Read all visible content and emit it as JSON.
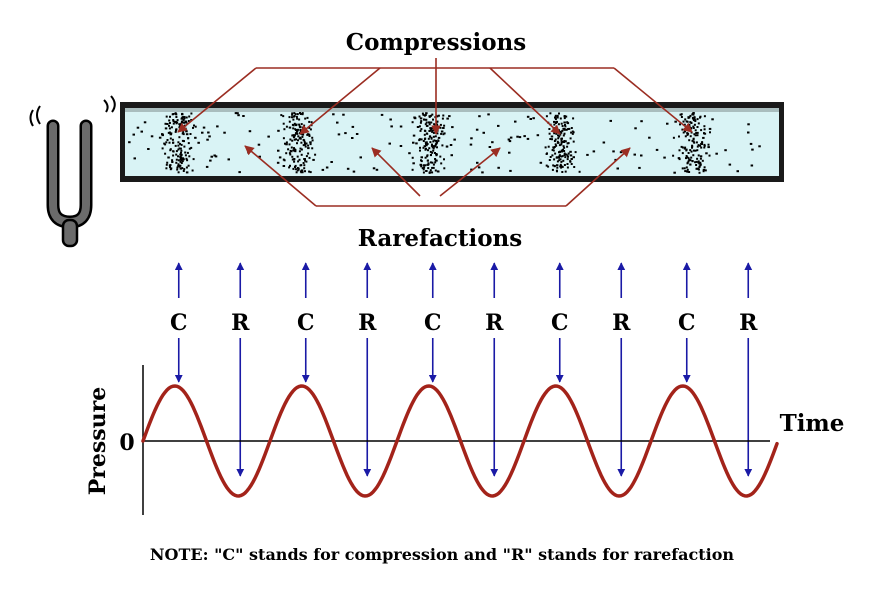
{
  "labels": {
    "compressions": "Compressions",
    "rarefactions": "Rarefactions",
    "time_axis": "Time",
    "pressure_axis": "Pressure",
    "zero": "0",
    "note": "NOTE: \"C\" stands for compression and \"R\" stands for rarefaction"
  },
  "markers": [
    "C",
    "R",
    "C",
    "R",
    "C",
    "R",
    "C",
    "R",
    "C",
    "R"
  ],
  "colors": {
    "wave": "#a3231a",
    "pointer": "#9b2d22",
    "marker_arrow": "#1a1aa6",
    "tube_fill": "#d9f3f5",
    "tube_border": "#1a1a1a",
    "fork": "#555555",
    "particles": "#000000"
  },
  "icons": {
    "source": "tuning-fork-icon"
  }
}
